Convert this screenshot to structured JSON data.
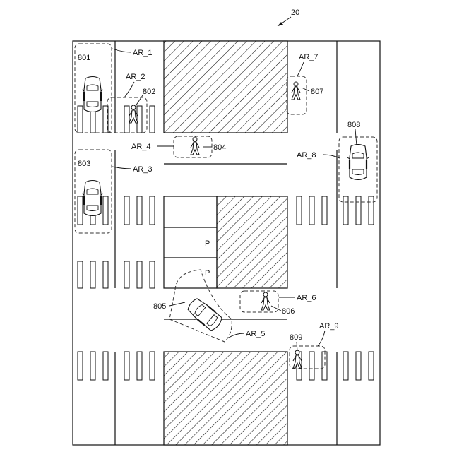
{
  "figure": {
    "number": "20",
    "refs": {
      "r801": "801",
      "r802": "802",
      "r803": "803",
      "r804": "804",
      "r805": "805",
      "r806": "806",
      "r807": "807",
      "r808": "808",
      "r809": "809"
    },
    "areas": {
      "ar1": "AR_1",
      "ar2": "AR_2",
      "ar3": "AR_3",
      "ar4": "AR_4",
      "ar5": "AR_5",
      "ar6": "AR_6",
      "ar7": "AR_7",
      "ar8": "AR_8",
      "ar9": "AR_9"
    },
    "parking": {
      "p1": "P",
      "p2": "P"
    }
  }
}
